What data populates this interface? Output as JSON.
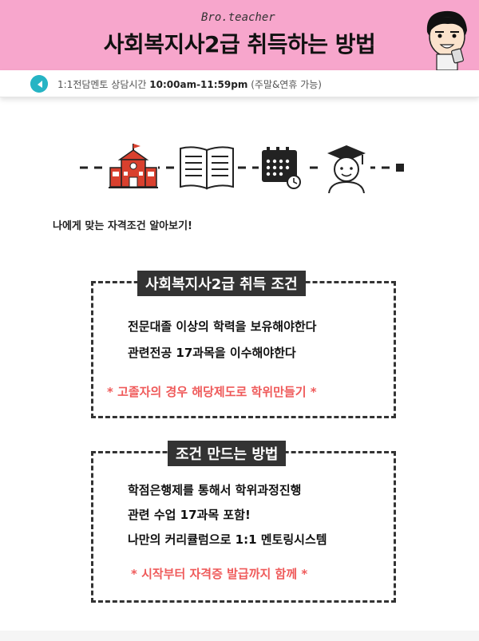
{
  "header": {
    "brand": "Bro.teacher",
    "title": "사회복지사2급 취득하는 방법"
  },
  "info_bar": {
    "prefix": "1:1전담멘토 상담시간",
    "hours": "10:00am-11:59pm",
    "note": "(주말&연휴 가능)"
  },
  "icons": [
    "school-icon",
    "book-icon",
    "calendar-icon",
    "graduate-icon"
  ],
  "intro": "나에게 맞는 자격조건 알아보기!",
  "condition_box": {
    "title": "사회복지사2급 취득 조건",
    "lines": [
      "전문대졸 이상의 학력을 보유해야한다",
      "관련전공 17과목을 이수해야한다"
    ],
    "note": "* 고졸자의 경우 해당제도로 학위만들기 *"
  },
  "method_box": {
    "title": "조건 만드는 방법",
    "lines": [
      "학점은행제를 통해서 학위과정진행",
      "관련 수업 17과목 포함!",
      "나만의 커리큘럼으로 1:1 멘토링시스템"
    ],
    "note": "* 시작부터 자격증 발급까지 함께 *"
  },
  "colors": {
    "header_bg": "#f7a6cc",
    "accent_red": "#ef5a5a",
    "badge_teal": "#26b4c4",
    "school_red": "#d9402e"
  }
}
